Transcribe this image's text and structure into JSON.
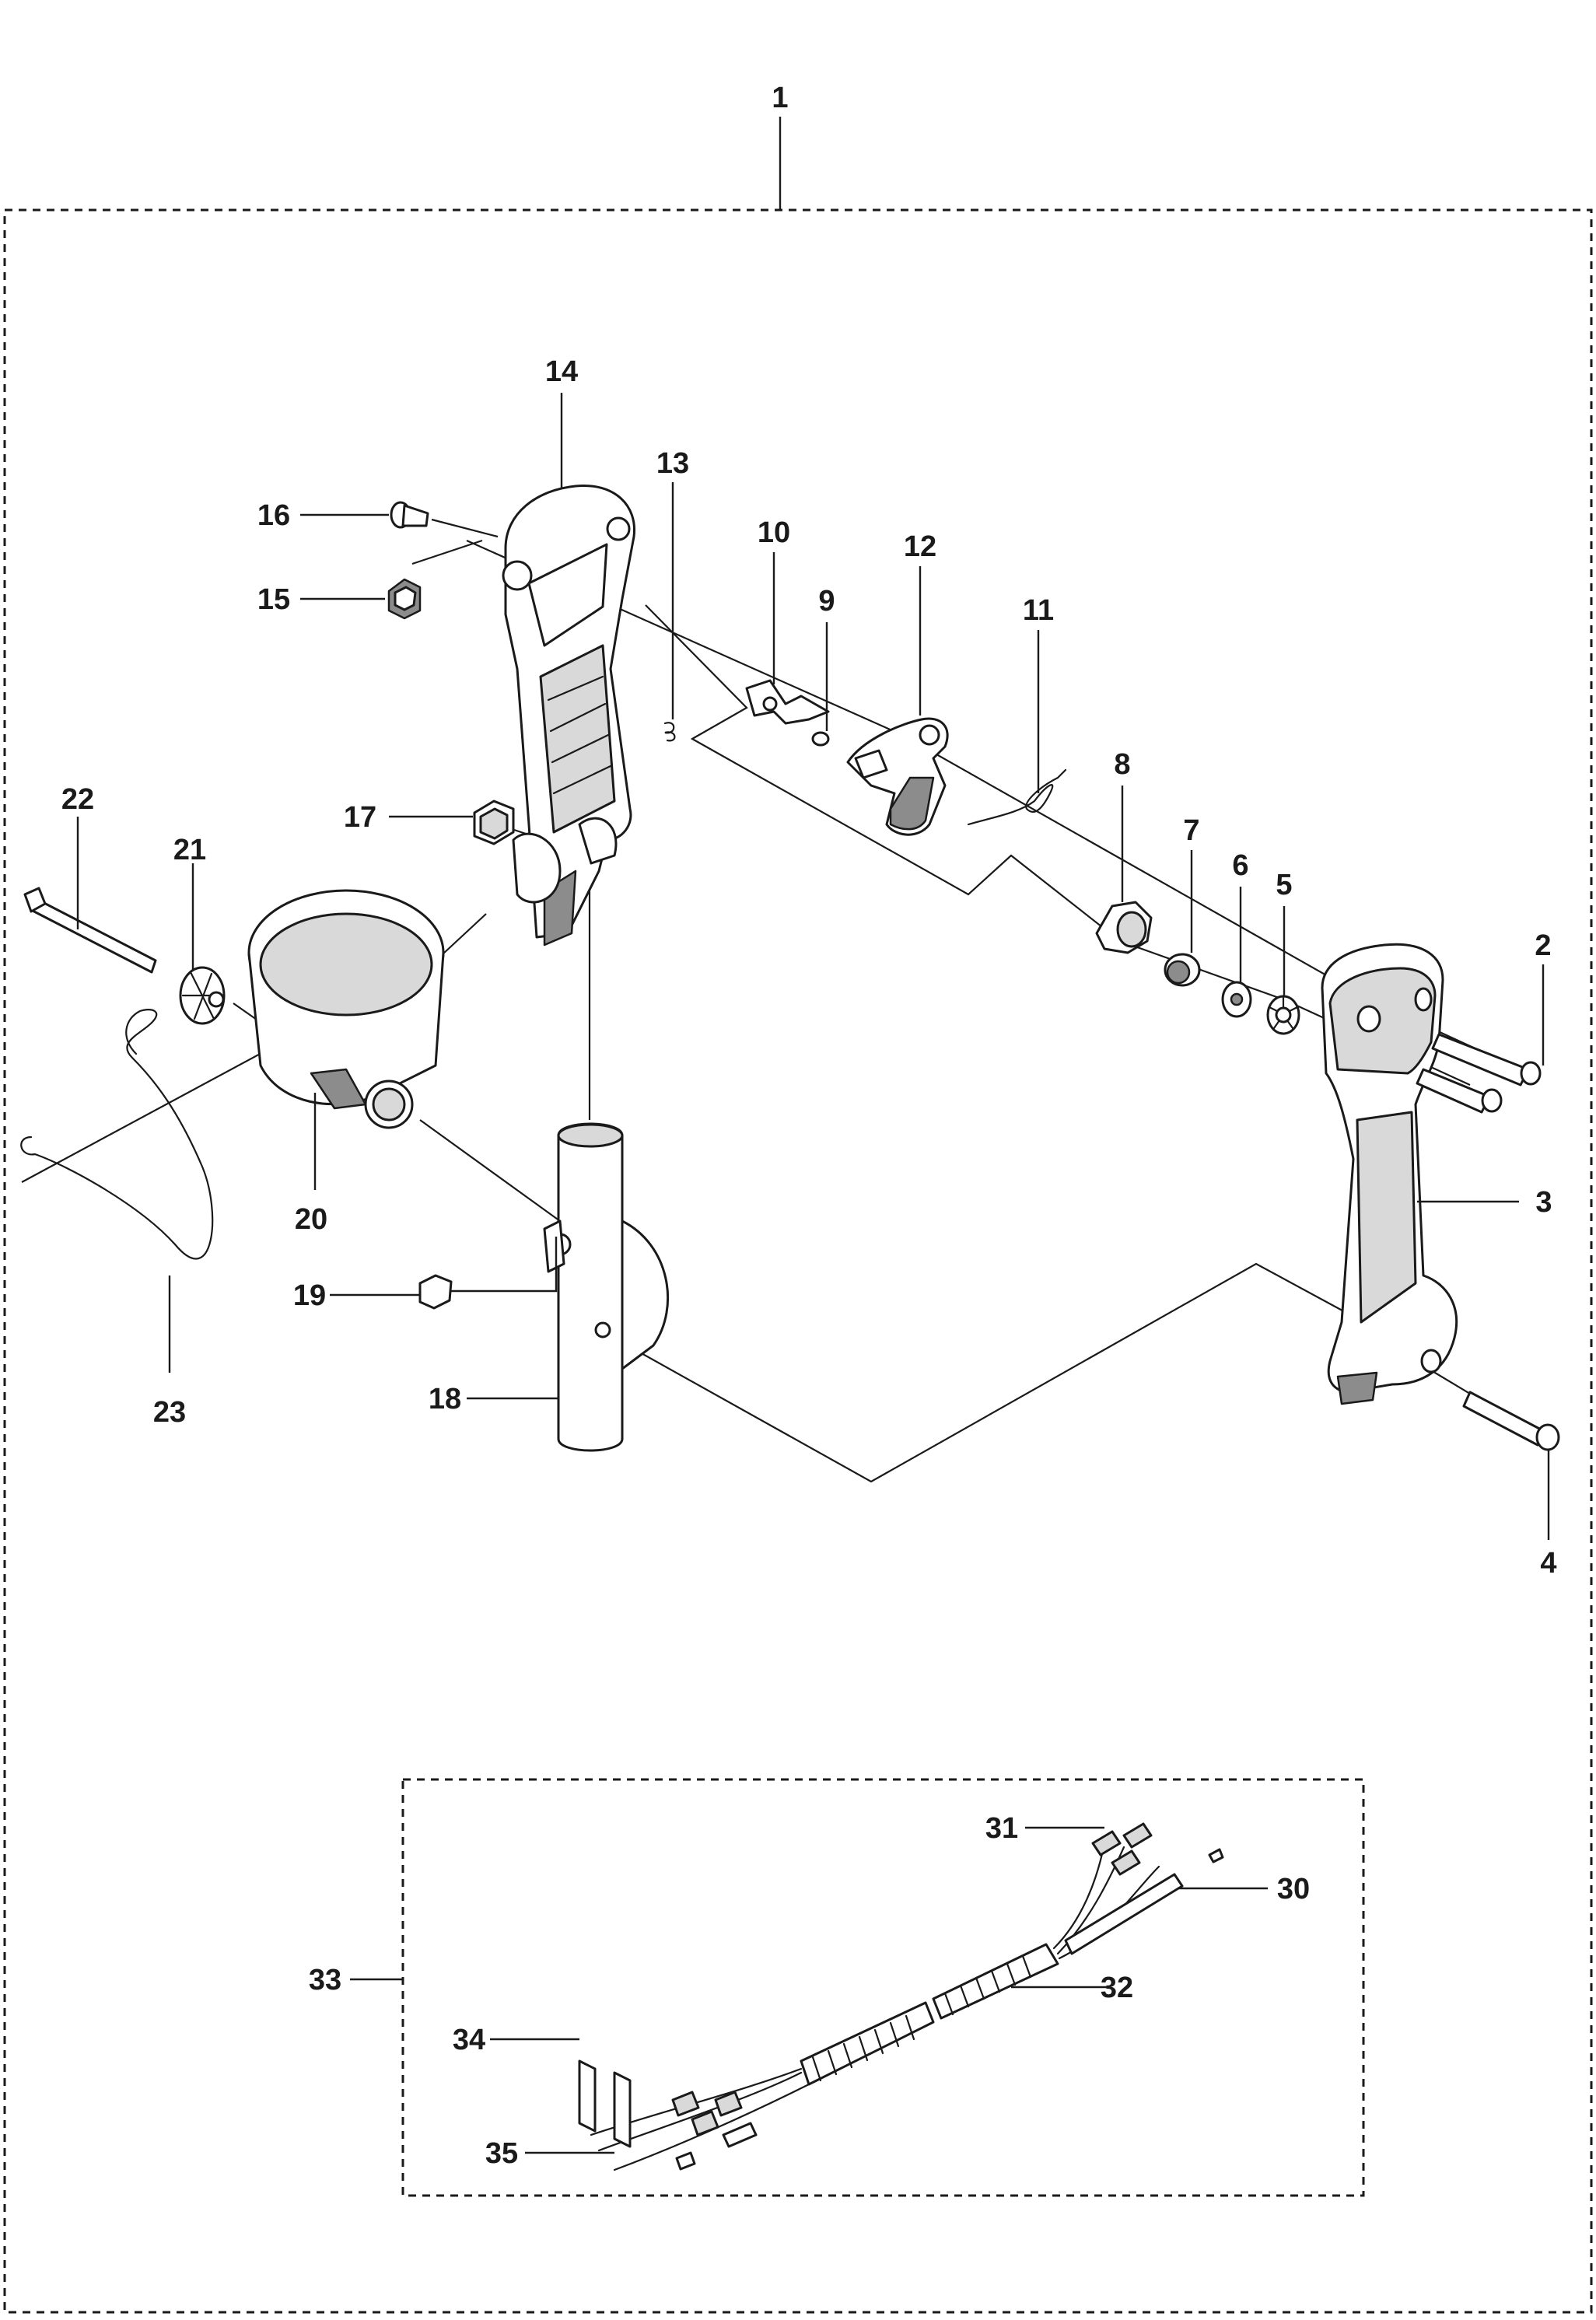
{
  "diagram": {
    "callouts": [
      {
        "id": "c1",
        "text": "1"
      },
      {
        "id": "c2",
        "text": "2"
      },
      {
        "id": "c3",
        "text": "3"
      },
      {
        "id": "c4",
        "text": "4"
      },
      {
        "id": "c5",
        "text": "5"
      },
      {
        "id": "c6",
        "text": "6"
      },
      {
        "id": "c7",
        "text": "7"
      },
      {
        "id": "c8",
        "text": "8"
      },
      {
        "id": "c9",
        "text": "9"
      },
      {
        "id": "c10",
        "text": "10"
      },
      {
        "id": "c11",
        "text": "11"
      },
      {
        "id": "c12",
        "text": "12"
      },
      {
        "id": "c13",
        "text": "13"
      },
      {
        "id": "c14",
        "text": "14"
      },
      {
        "id": "c15",
        "text": "15"
      },
      {
        "id": "c16",
        "text": "16"
      },
      {
        "id": "c17",
        "text": "17"
      },
      {
        "id": "c18",
        "text": "18"
      },
      {
        "id": "c19",
        "text": "19"
      },
      {
        "id": "c20",
        "text": "20"
      },
      {
        "id": "c21",
        "text": "21"
      },
      {
        "id": "c22",
        "text": "22"
      },
      {
        "id": "c23",
        "text": "23"
      },
      {
        "id": "c30",
        "text": "30"
      },
      {
        "id": "c31",
        "text": "31"
      },
      {
        "id": "c32",
        "text": "32"
      },
      {
        "id": "c33",
        "text": "33"
      },
      {
        "id": "c34",
        "text": "34"
      },
      {
        "id": "c35",
        "text": "35"
      }
    ]
  }
}
